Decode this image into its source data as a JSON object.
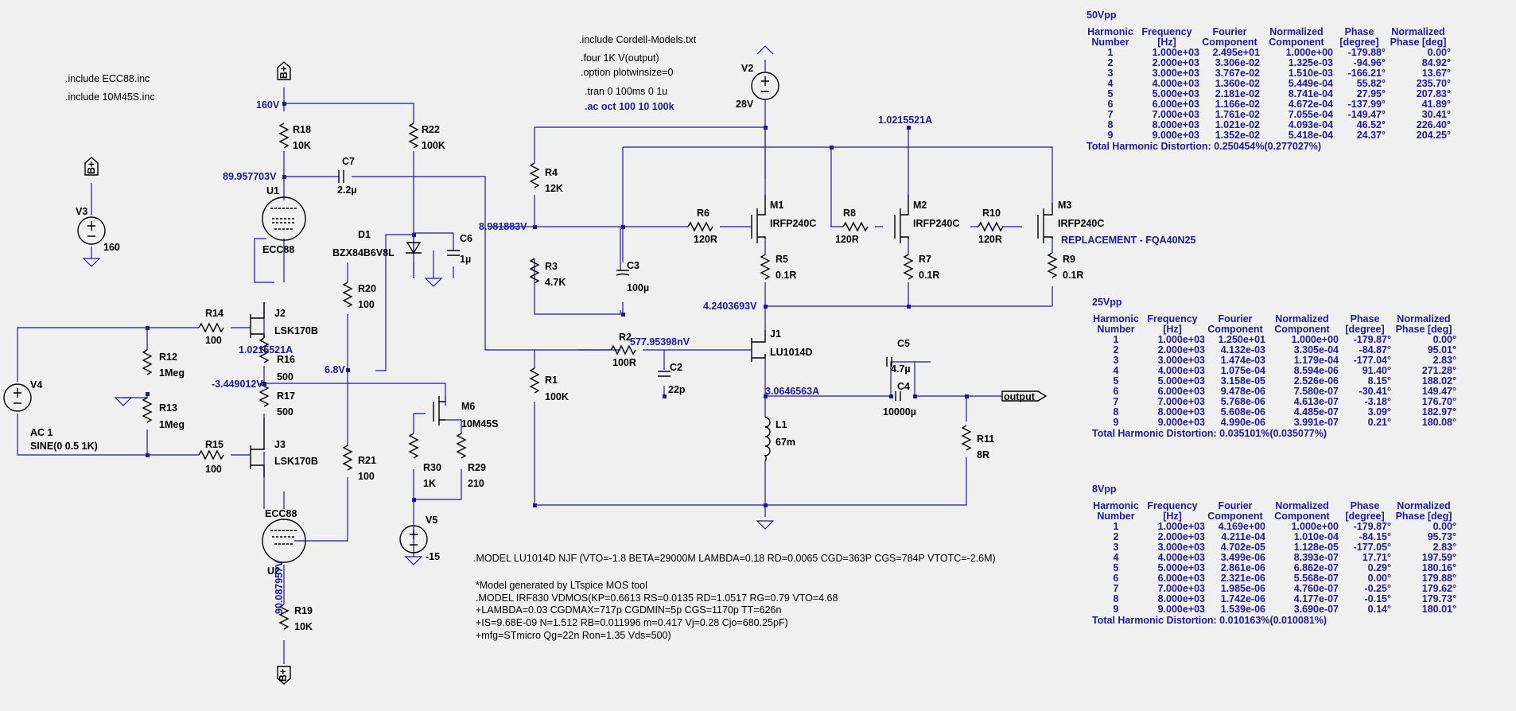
{
  "directives": {
    "inc_ecc": ".include ECC88.inc",
    "inc_10m": ".include 10M45S.inc",
    "inc_cordell": ".include Cordell-Models.txt",
    "four": ".four 1K V(output)",
    "option": ".option plotwinsize=0",
    "tran": ".tran 0 100ms 0 1u",
    "ac": ".ac oct 100 10 100k",
    "model_lu": ".MODEL LU1014D NJF (VTO=-1.8 BETA=29000M LAMBDA=0.18 RD=0.0065 CGD=363P CGS=784P VTOTC=-2.6M)",
    "mos_comment": "*Model generated by LTspice MOS tool",
    "mos_l1": ".MODEL IRF830 VDMOS(KP=0.6613 RS=0.0135 RD=1.0517 RG=0.79 VTO=4.68",
    "mos_l2": "+LAMBDA=0.03 CGDMAX=717p CGDMIN=5p CGS=1170p TT=626n",
    "mos_l3": "+IS=9.68E-09 N=1.512 RB=0.011996 m=0.417 Vj=0.28 Cjo=680.25pF)",
    "mos_l4": "+mfg=STmicro Qg=22n Ron=1.35 Vds=500)"
  },
  "components": {
    "R18": {
      "name": "R18",
      "value": "10K"
    },
    "R22": {
      "name": "R22",
      "value": "100K"
    },
    "C7": {
      "name": "C7",
      "value": "2.2µ"
    },
    "U1": {
      "name": "U1",
      "value": "ECC88"
    },
    "D1": {
      "name": "D1",
      "value": "BZX84B6V8L"
    },
    "C6": {
      "name": "C6",
      "value": "1µ"
    },
    "R20": {
      "name": "R20",
      "value": "100"
    },
    "R14": {
      "name": "R14",
      "value": "100"
    },
    "J2": {
      "name": "J2",
      "value": "LSK170B"
    },
    "R12": {
      "name": "R12",
      "value": "1Meg"
    },
    "R13": {
      "name": "R13",
      "value": "1Meg"
    },
    "R16": {
      "name": "R16",
      "value": "500"
    },
    "R17": {
      "name": "R17",
      "value": "500"
    },
    "R15": {
      "name": "R15",
      "value": "100"
    },
    "J3": {
      "name": "J3",
      "value": "LSK170B"
    },
    "R21": {
      "name": "R21",
      "value": "100"
    },
    "U2": {
      "name": "U2",
      "value": "ECC88"
    },
    "R19": {
      "name": "R19",
      "value": "10K"
    },
    "V3": {
      "name": "V3",
      "value": "160"
    },
    "V4": {
      "name": "V4",
      "ac": "AC 1",
      "sine": "SINE(0 0.5 1K)"
    },
    "M6": {
      "name": "M6",
      "value": "10M45S"
    },
    "R30": {
      "name": "R30",
      "value": "1K"
    },
    "R29": {
      "name": "R29",
      "value": "210"
    },
    "V5": {
      "name": "V5",
      "value": "-15"
    },
    "V2": {
      "name": "V2",
      "value": "28V"
    },
    "R4": {
      "name": "R4",
      "value": "12K"
    },
    "R3": {
      "name": "R3",
      "value": "4.7K"
    },
    "C3": {
      "name": "C3",
      "value": "100µ"
    },
    "R1": {
      "name": "R1",
      "value": "100K"
    },
    "R2": {
      "name": "R2",
      "value": "100R"
    },
    "C2": {
      "name": "C2",
      "value": "22p"
    },
    "R6": {
      "name": "R6",
      "value": "120R"
    },
    "M1": {
      "name": "M1",
      "value": "IRFP240C"
    },
    "R5": {
      "name": "R5",
      "value": "0.1R"
    },
    "J1": {
      "name": "J1",
      "value": "LU1014D"
    },
    "L1": {
      "name": "L1",
      "value": "67m"
    },
    "R8": {
      "name": "R8",
      "value": "120R"
    },
    "M2": {
      "name": "M2",
      "value": "IRFP240C"
    },
    "R7": {
      "name": "R7",
      "value": "0.1R"
    },
    "R10": {
      "name": "R10",
      "value": "120R"
    },
    "M3": {
      "name": "M3",
      "value": "IRFP240C"
    },
    "R9": {
      "name": "R9",
      "value": "0.1R"
    },
    "C5": {
      "name": "C5",
      "value": "4.7µ"
    },
    "C4": {
      "name": "C4",
      "value": "10000µ"
    },
    "R11": {
      "name": "R11",
      "value": "8R"
    }
  },
  "annotations": {
    "v160": "160V",
    "v89": "89.957703V",
    "v8_98": "8.981883V",
    "a1_02_top": "1.0215521A",
    "v4_24": "4.2403693V",
    "nv577": "577.95398nV",
    "a1_02_mid": "1.0215521A",
    "v6_8": "6.8V",
    "vneg3_44": "-3.449012V",
    "a3_06": "3.0646563A",
    "v90_08": "90.087957V",
    "replacement": "REPLACEMENT - FQA40N25",
    "output": "output",
    "bplus": "B+"
  },
  "fourier_headers": {
    "h1a": "Harmonic",
    "h1b": "Number",
    "h2a": "Frequency",
    "h2b": "[Hz]",
    "h3a": "Fourier",
    "h3b": "Component",
    "h4a": "Normalized",
    "h4b": "Component",
    "h5a": "Phase",
    "h5b": "[degree]",
    "h6a": "Normalized",
    "h6b": "Phase [deg]"
  },
  "fourier": [
    {
      "title": "50Vpp",
      "rows": [
        [
          "1",
          "1.000e+03",
          "2.495e+01",
          "1.000e+00",
          "-179.88°",
          "0.00°"
        ],
        [
          "2",
          "2.000e+03",
          "3.306e-02",
          "1.325e-03",
          "-94.96°",
          "84.92°"
        ],
        [
          "3",
          "3.000e+03",
          "3.767e-02",
          "1.510e-03",
          "-166.21°",
          "13.67°"
        ],
        [
          "4",
          "4.000e+03",
          "1.360e-02",
          "5.449e-04",
          "55.82°",
          "235.70°"
        ],
        [
          "5",
          "5.000e+03",
          "2.181e-02",
          "8.741e-04",
          "27.95°",
          "207.83°"
        ],
        [
          "6",
          "6.000e+03",
          "1.166e-02",
          "4.672e-04",
          "-137.99°",
          "41.89°"
        ],
        [
          "7",
          "7.000e+03",
          "1.761e-02",
          "7.055e-04",
          "-149.47°",
          "30.41°"
        ],
        [
          "8",
          "8.000e+03",
          "1.021e-02",
          "4.093e-04",
          "46.52°",
          "226.40°"
        ],
        [
          "9",
          "9.000e+03",
          "1.352e-02",
          "5.418e-04",
          "24.37°",
          "204.25°"
        ]
      ],
      "thd": "Total Harmonic Distortion: 0.250454%(0.277027%)"
    },
    {
      "title": "25Vpp",
      "rows": [
        [
          "1",
          "1.000e+03",
          "1.250e+01",
          "1.000e+00",
          "-179.87°",
          "0.00°"
        ],
        [
          "2",
          "2.000e+03",
          "4.132e-03",
          "3.305e-04",
          "-84.87°",
          "95.01°"
        ],
        [
          "3",
          "3.000e+03",
          "1.474e-03",
          "1.179e-04",
          "-177.04°",
          "2.83°"
        ],
        [
          "4",
          "4.000e+03",
          "1.075e-04",
          "8.594e-06",
          "91.40°",
          "271.28°"
        ],
        [
          "5",
          "5.000e+03",
          "3.158e-05",
          "2.526e-06",
          "8.15°",
          "188.02°"
        ],
        [
          "6",
          "6.000e+03",
          "9.478e-06",
          "7.580e-07",
          "-30.41°",
          "149.47°"
        ],
        [
          "7",
          "7.000e+03",
          "5.768e-06",
          "4.613e-07",
          "-3.18°",
          "176.70°"
        ],
        [
          "8",
          "8.000e+03",
          "5.608e-06",
          "4.485e-07",
          "3.09°",
          "182.97°"
        ],
        [
          "9",
          "9.000e+03",
          "4.990e-06",
          "3.991e-07",
          "0.21°",
          "180.08°"
        ]
      ],
      "thd": "Total Harmonic Distortion: 0.035101%(0.035077%)"
    },
    {
      "title": "8Vpp",
      "rows": [
        [
          "1",
          "1.000e+03",
          "4.169e+00",
          "1.000e+00",
          "-179.87°",
          "0.00°"
        ],
        [
          "2",
          "2.000e+03",
          "4.211e-04",
          "1.010e-04",
          "-84.15°",
          "95.73°"
        ],
        [
          "3",
          "3.000e+03",
          "4.702e-05",
          "1.128e-05",
          "-177.05°",
          "2.83°"
        ],
        [
          "4",
          "4.000e+03",
          "3.499e-06",
          "8.393e-07",
          "17.71°",
          "197.59°"
        ],
        [
          "5",
          "5.000e+03",
          "2.861e-06",
          "6.862e-07",
          "0.29°",
          "180.16°"
        ],
        [
          "6",
          "6.000e+03",
          "2.321e-06",
          "5.568e-07",
          "0.00°",
          "179.88°"
        ],
        [
          "7",
          "7.000e+03",
          "1.985e-06",
          "4.760e-07",
          "-0.25°",
          "179.62°"
        ],
        [
          "8",
          "8.000e+03",
          "1.742e-06",
          "4.177e-07",
          "-0.15°",
          "179.73°"
        ],
        [
          "9",
          "9.000e+03",
          "1.539e-06",
          "3.690e-07",
          "0.14°",
          "180.01°"
        ]
      ],
      "thd": "Total Harmonic Distortion: 0.010163%(0.010081%)"
    }
  ]
}
